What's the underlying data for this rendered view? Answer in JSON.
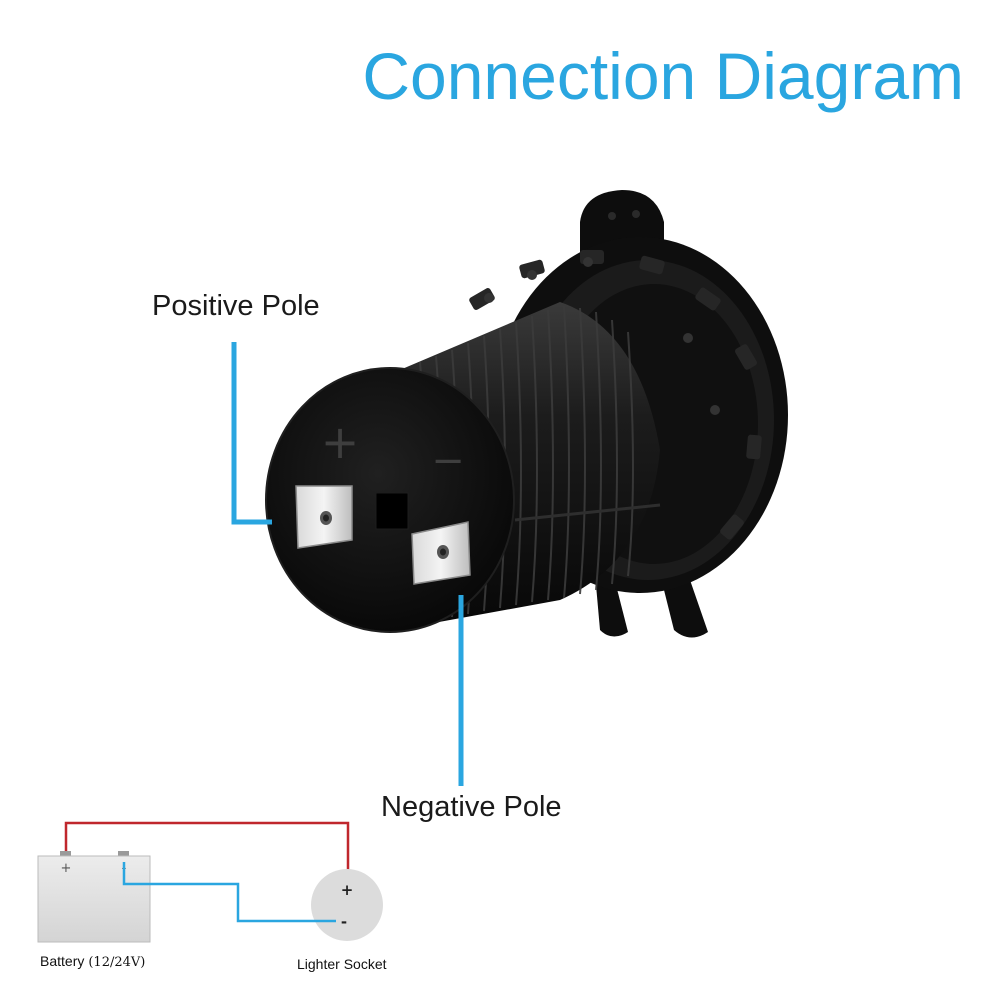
{
  "title": "Connection Diagram",
  "labels": {
    "positive_pole": "Positive Pole",
    "negative_pole": "Negative Pole"
  },
  "socket_face": {
    "plus_symbol": "+",
    "minus_symbol": "−"
  },
  "wiring": {
    "battery_label": "Battery",
    "battery_voltage": "(12/24V)",
    "battery_plus": "+",
    "battery_minus": "-",
    "socket_label": "Lighter Socket",
    "socket_plus": "+",
    "socket_minus": "-"
  },
  "colors": {
    "accent": "#2aa6e0",
    "positive_wire": "#c0272d",
    "negative_wire": "#2aa6e0",
    "device": "#121212"
  }
}
